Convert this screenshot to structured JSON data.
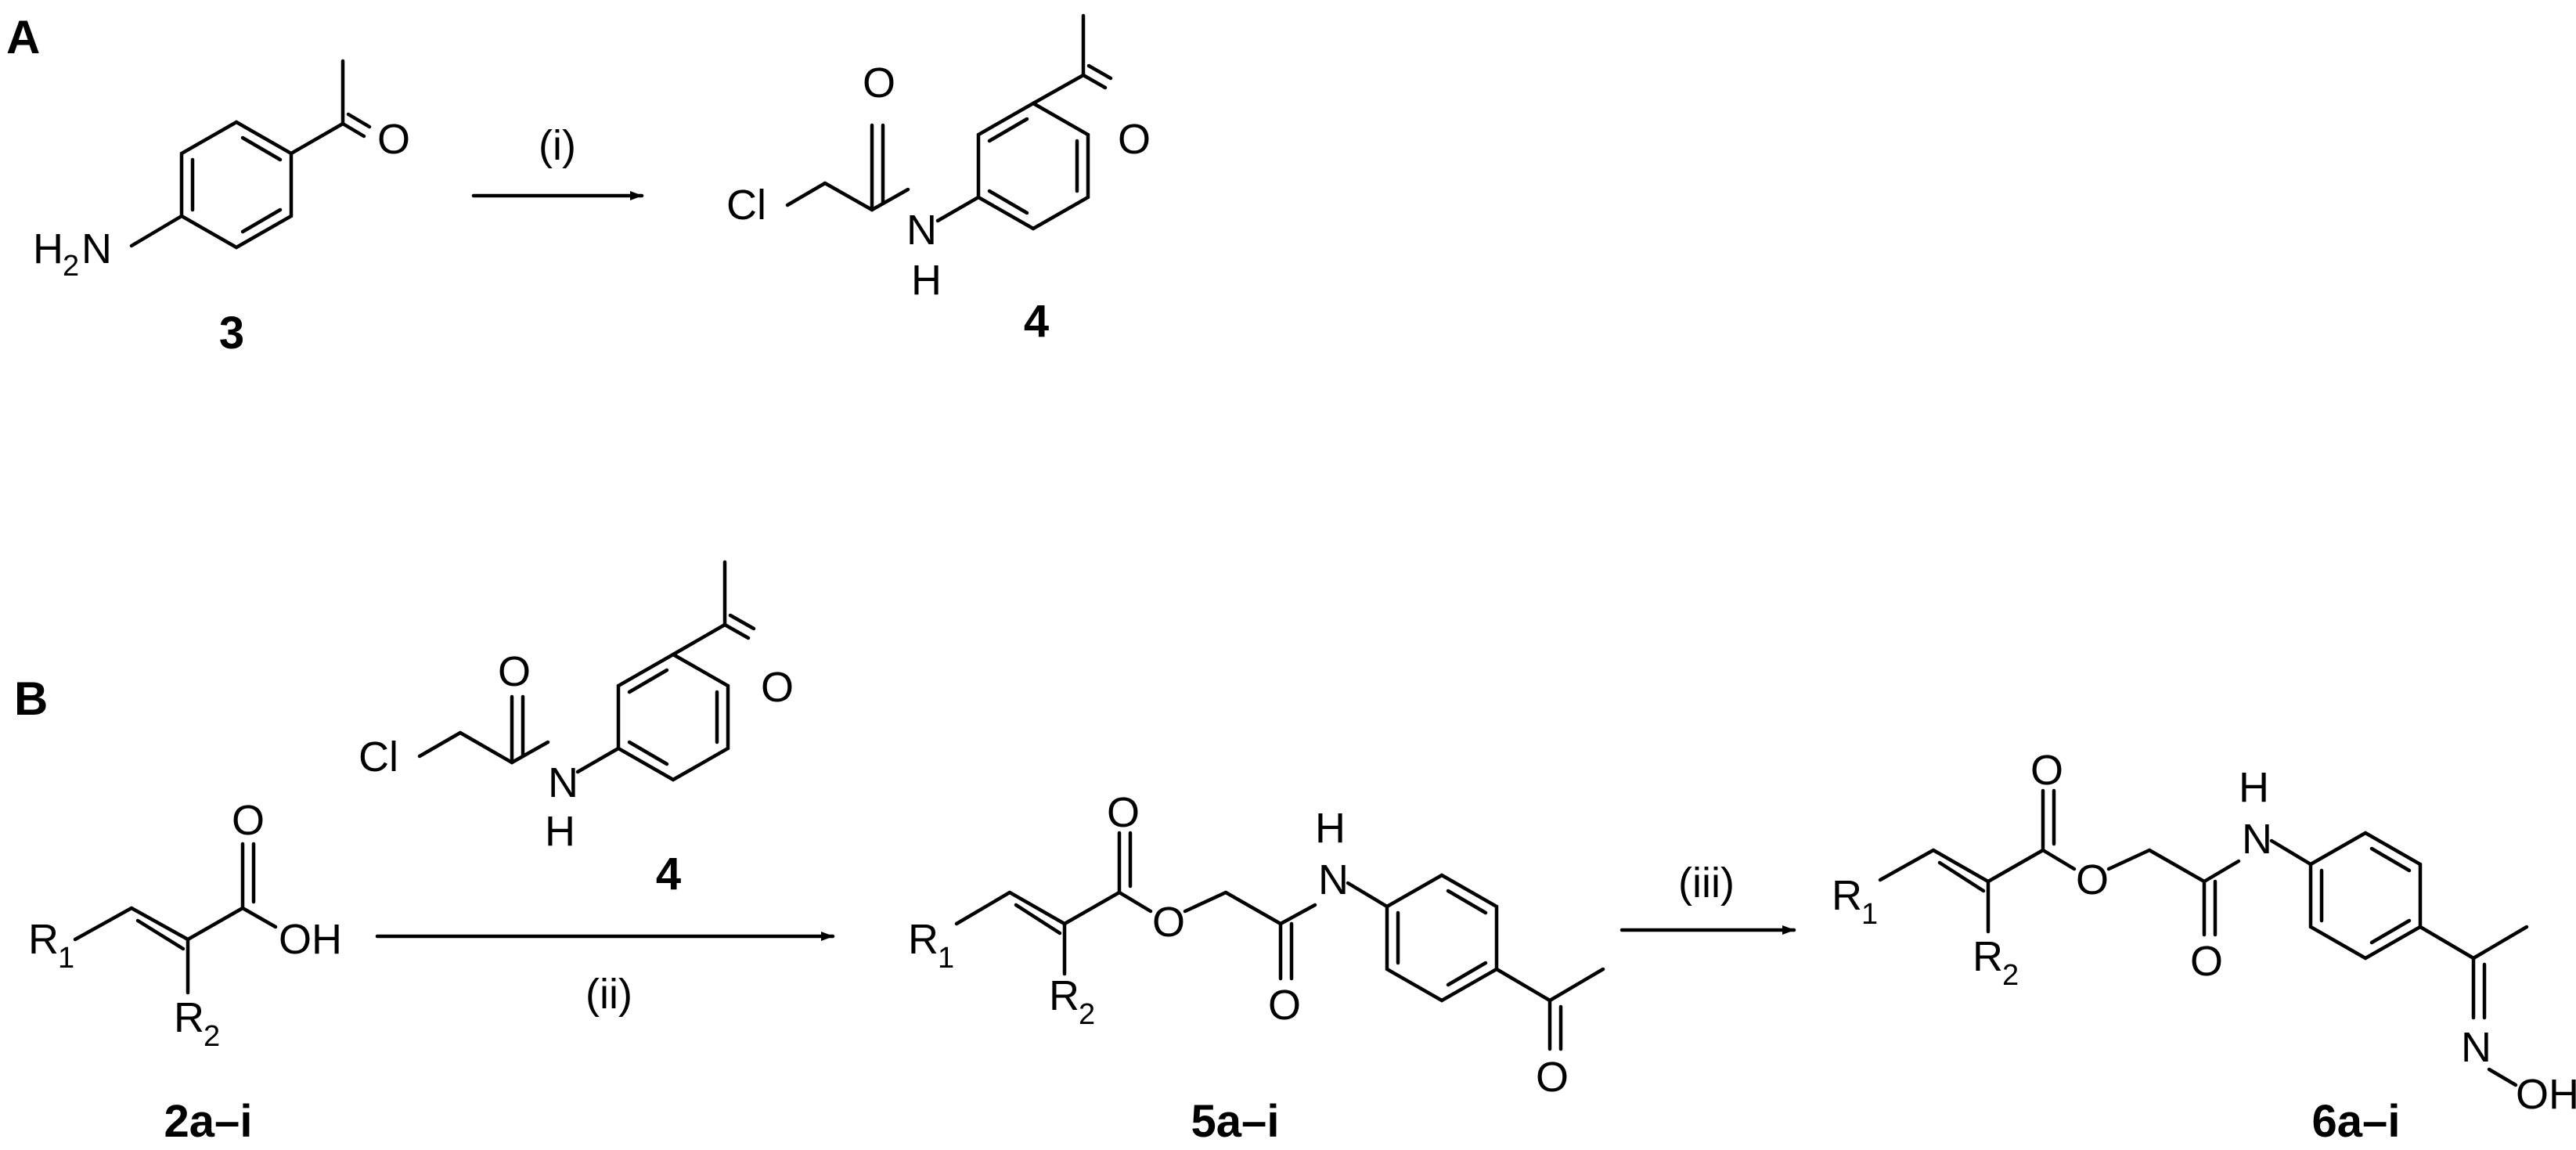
{
  "panels": {
    "a": {
      "label": "A"
    },
    "b": {
      "label": "B"
    }
  },
  "reactions": {
    "r1": {
      "condition": "(i)"
    },
    "r2": {
      "condition": "(ii)"
    },
    "r3": {
      "condition": "(iii)"
    }
  },
  "compounds": {
    "c3": {
      "label": "3"
    },
    "c4": {
      "label": "4"
    },
    "c4b": {
      "label": "4"
    },
    "c2": {
      "label": "2a–i"
    },
    "c5": {
      "label": "5a–i"
    },
    "c6": {
      "label": "6a–i"
    }
  },
  "atoms": {
    "h": "H",
    "h2": "2",
    "n": "N",
    "o": "O",
    "cl": "Cl",
    "oh": "OH",
    "r": "R",
    "one": "1",
    "two": "2"
  }
}
